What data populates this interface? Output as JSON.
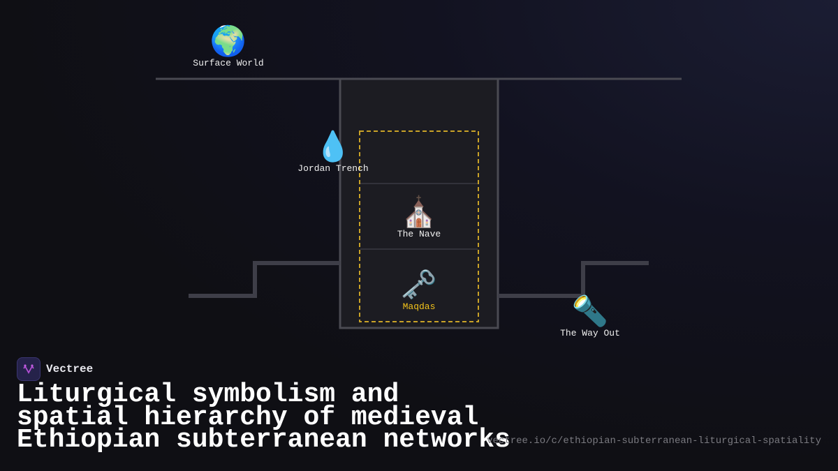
{
  "nodes": {
    "surface": {
      "label": "Surface World",
      "icon": "globe-icon",
      "glyph": "🌍"
    },
    "jordan": {
      "label": "Jordan Trench",
      "icon": "droplet-icon",
      "glyph": "💧"
    },
    "nave": {
      "label": "The Nave",
      "icon": "church-icon",
      "glyph": "⛪"
    },
    "maqdas": {
      "label": "Maqdas",
      "icon": "key-icon",
      "glyph": "🗝️"
    },
    "wayout": {
      "label": "The Way Out",
      "icon": "flashlight-icon",
      "glyph": "🔦"
    }
  },
  "colors": {
    "accent": "#f2c21b",
    "wall": "#4a4a52",
    "chamber": "#1c1c22"
  },
  "brand": {
    "name": "Vectree"
  },
  "title": {
    "line1": "Liturgical symbolism and",
    "line2": "spatial hierarchy of medieval",
    "line3": "Ethiopian subterranean networks"
  },
  "url": "vectree.io/c/ethiopian-subterranean-liturgical-spatiality"
}
